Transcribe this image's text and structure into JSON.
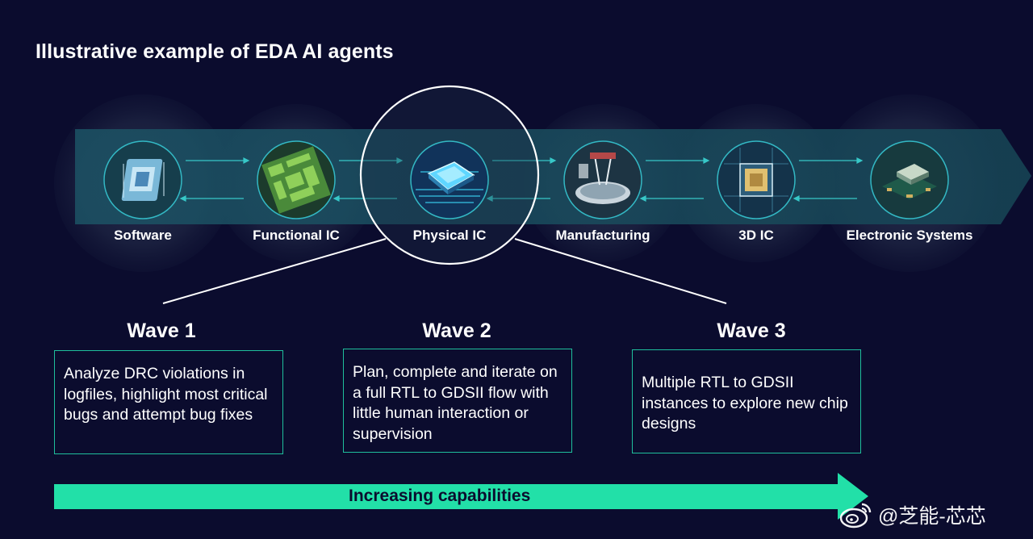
{
  "title": "Illustrative example of EDA AI agents",
  "colors": {
    "background": "#0b0c2e",
    "band": "#1b4a5c",
    "accent": "#22e0a8",
    "box_border": "#1fbf9c"
  },
  "stages": [
    {
      "label": "Software",
      "icon": "chip-package-icon"
    },
    {
      "label": "Functional IC",
      "icon": "circuit-board-icon"
    },
    {
      "label": "Physical IC",
      "icon": "glowing-chip-icon"
    },
    {
      "label": "Manufacturing",
      "icon": "wafer-probe-icon"
    },
    {
      "label": "3D IC",
      "icon": "stacked-chip-icon"
    },
    {
      "label": "Electronic Systems",
      "icon": "pcb-system-icon"
    }
  ],
  "highlighted_stage": "Physical IC",
  "waves": [
    {
      "title": "Wave 1",
      "text": "Analyze DRC violations in logfiles, highlight most critical bugs and attempt bug fixes"
    },
    {
      "title": "Wave 2",
      "text": "Plan, complete and iterate on a full RTL to GDSII flow with little human interaction or supervision"
    },
    {
      "title": "Wave 3",
      "text": "Multiple RTL to GDSII instances to explore new chip designs"
    }
  ],
  "capabilities_label": "Increasing capabilities",
  "watermark": "@芝能-芯芯"
}
